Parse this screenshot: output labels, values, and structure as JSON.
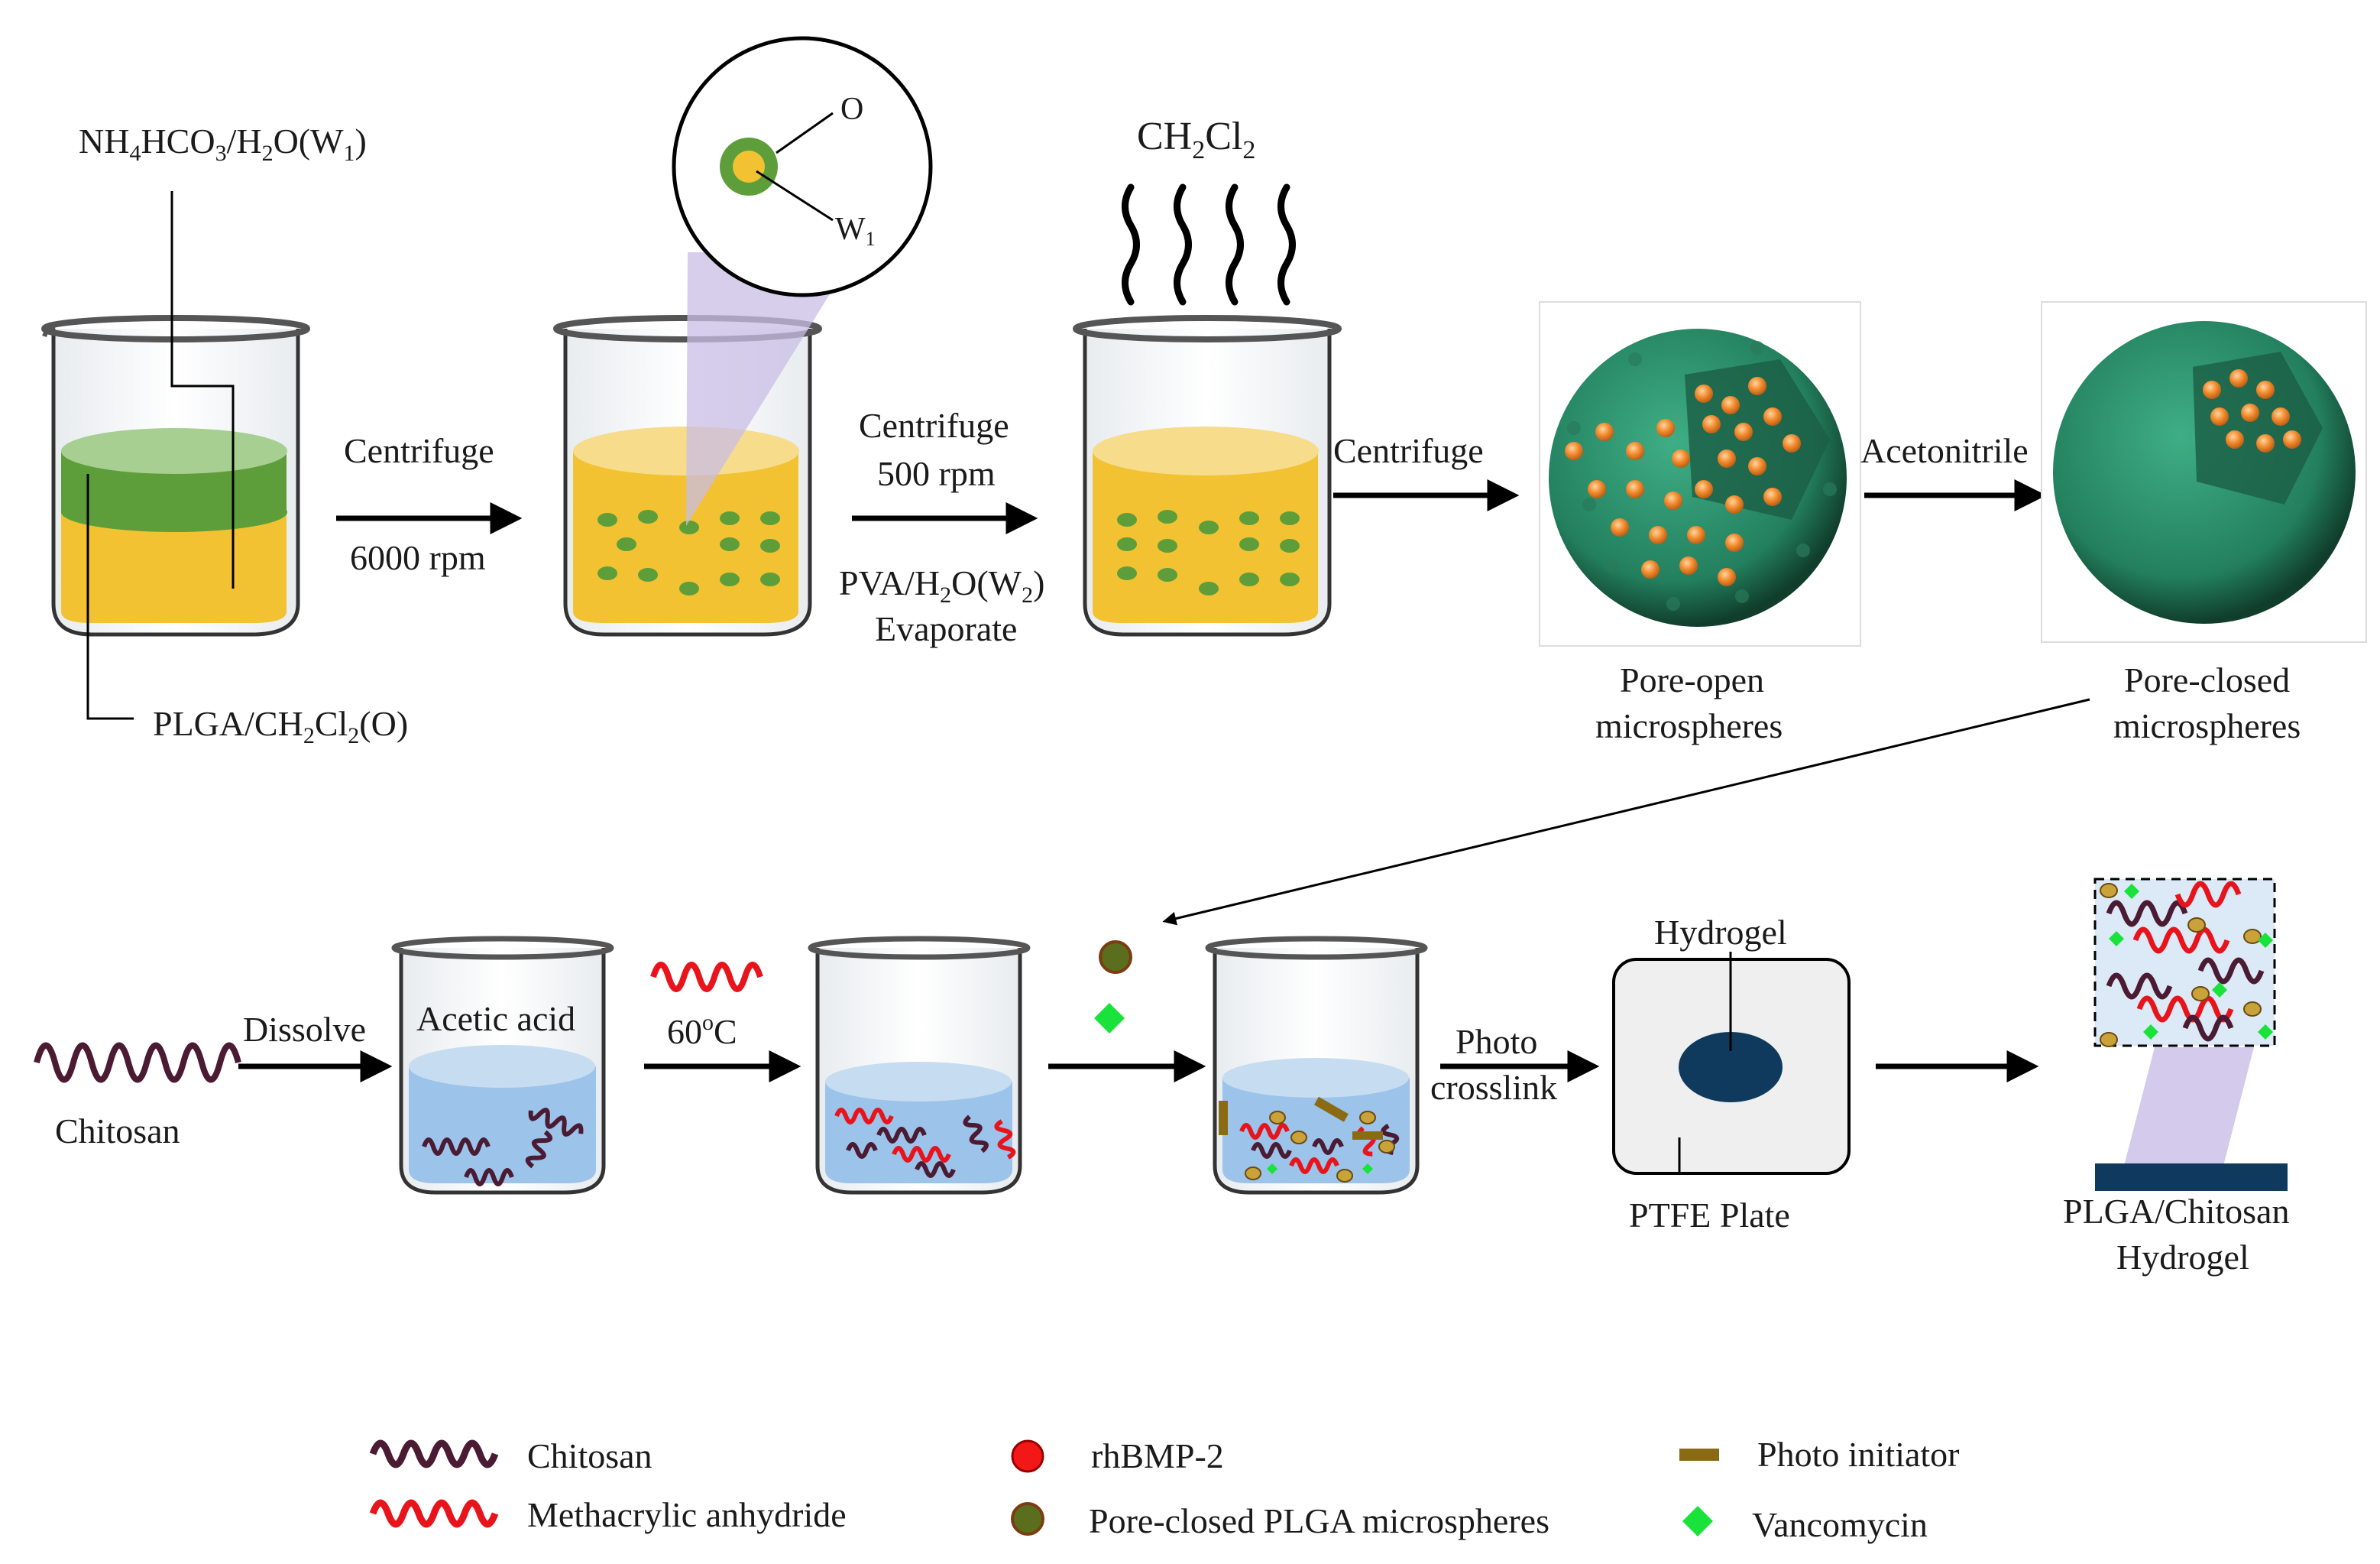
{
  "labels": {
    "aqueous_phase": "NH4HCO3/H2O(W1)",
    "oil_phase": "PLGA/CH2Cl2(O)",
    "step1_top": "Centrifuge",
    "step1_bottom": "6000 rpm",
    "inset_o": "O",
    "inset_w1": "W1",
    "step2_top_1": "Centrifuge",
    "step2_top_2": "500 rpm",
    "step2_bottom_1": "PVA/H2O(W2)",
    "step2_bottom_2": "Evaporate",
    "vapor": "CH2Cl2",
    "step3": "Centrifuge",
    "step4": "Acetonitrile",
    "pore_open_1": "Pore-open",
    "pore_open_2": "microspheres",
    "pore_closed_1": "Pore-closed",
    "pore_closed_2": "microspheres",
    "chitosan": "Chitosan",
    "dissolve": "Dissolve",
    "acetic_acid": "Acetic acid",
    "temp": "60°C",
    "photo_1": "Photo",
    "photo_2": "crosslink",
    "hydrogel": "Hydrogel",
    "ptfe_plate": "PTFE Plate",
    "final_1": "PLGA/Chitosan",
    "final_2": "Hydrogel"
  },
  "legend": [
    {
      "icon": "chitosan-chain-icon",
      "label": "Chitosan"
    },
    {
      "icon": "methacrylic-chain-icon",
      "label": "Methacrylic anhydride"
    },
    {
      "icon": "rhbmp2-dot-icon",
      "label": "rhBMP-2"
    },
    {
      "icon": "microsphere-dot-icon",
      "label": "Pore-closed PLGA microspheres"
    },
    {
      "icon": "photo-initiator-icon",
      "label": "Photo initiator"
    },
    {
      "icon": "vancomycin-diamond-icon",
      "label": "Vancomycin"
    }
  ],
  "colors": {
    "oil": "#F2C233",
    "water": "#6FA84A",
    "microsphere": "#2E8B6C",
    "rhbmp2": "#F28A2E",
    "acetic": "#9CC3EA",
    "chitosan": "#4A1B32",
    "methacrylic": "#E8141C",
    "photo_initiator": "#8B6A14",
    "vancomycin": "#19E33A",
    "hydrogel": "#0F3A5E"
  }
}
